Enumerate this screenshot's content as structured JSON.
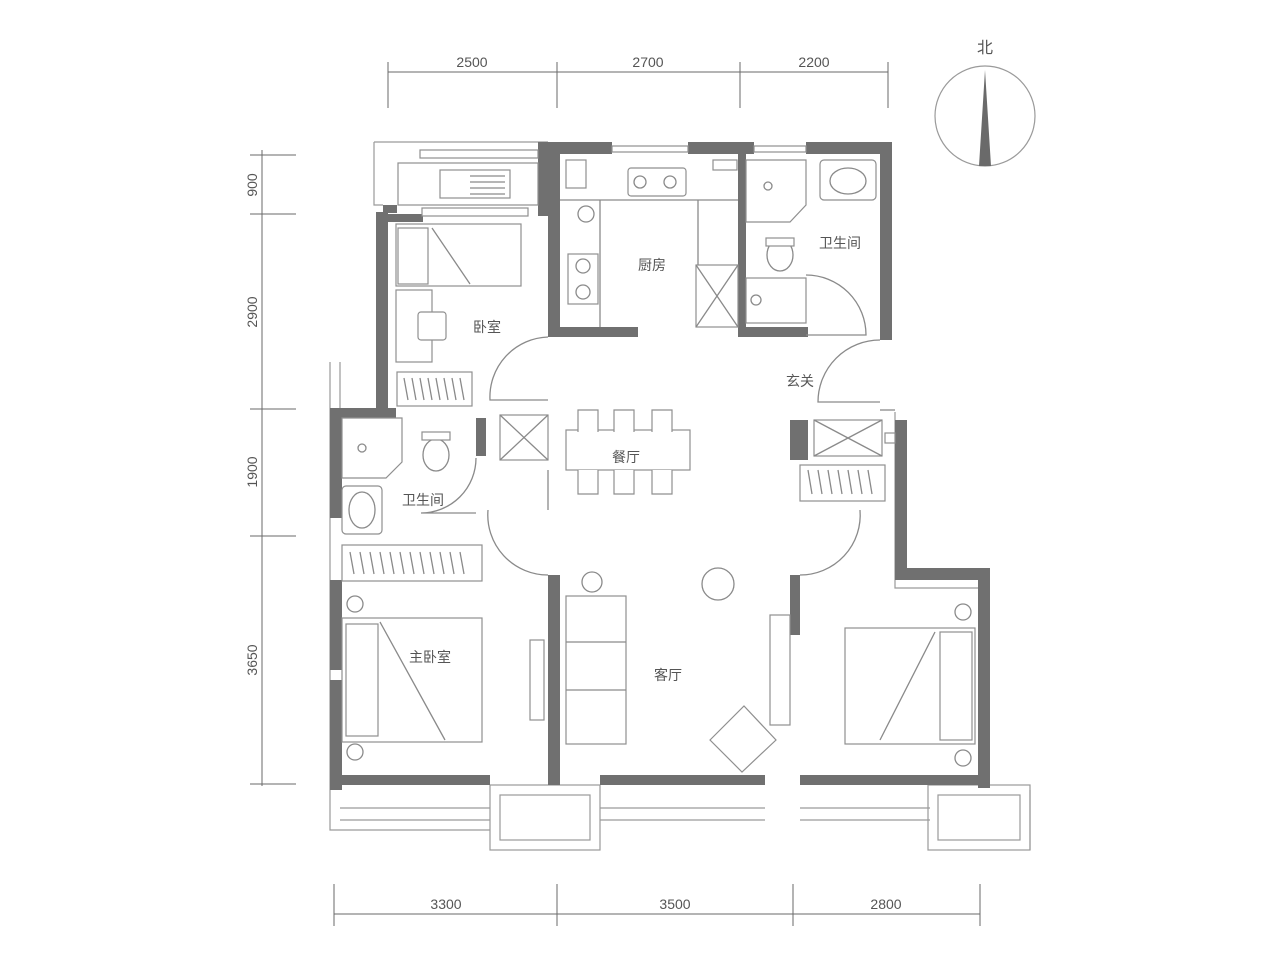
{
  "rooms": {
    "bedroom": "卧室",
    "kitchen": "厨房",
    "bathroom_north": "卫生间",
    "entrance": "玄关",
    "dining": "餐厅",
    "bathroom_west": "卫生间",
    "master_bedroom": "主卧室",
    "living": "客厅"
  },
  "compass": {
    "label": "北",
    "icon": "north-arrow-icon"
  },
  "dimensions": {
    "top": [
      "2500",
      "2700",
      "2200"
    ],
    "bottom": [
      "3300",
      "3500",
      "2800"
    ],
    "left": [
      "900",
      "2900",
      "1900",
      "3650"
    ]
  },
  "colors": {
    "wall": "#707070",
    "line": "#8a8a8a",
    "text": "#555555"
  }
}
